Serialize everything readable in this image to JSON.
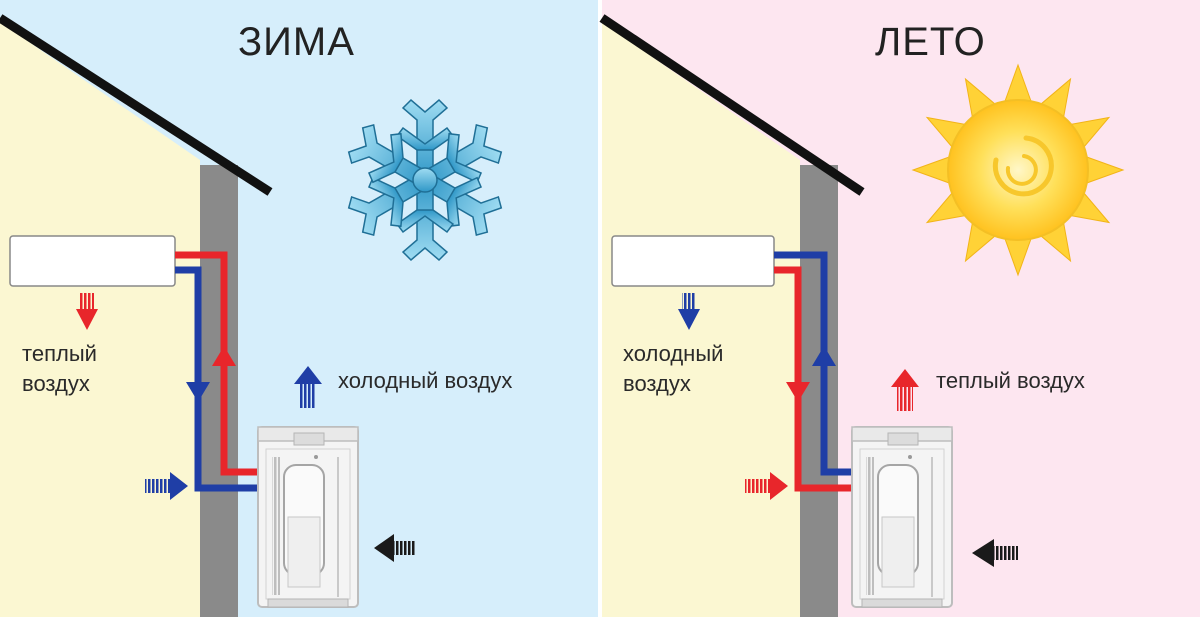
{
  "panels": {
    "winter": {
      "season_title": "ЗИМА",
      "indoor_label_line1": "теплый",
      "indoor_label_line2": "воздух",
      "outdoor_label": "холодный воздух",
      "icon": "snowflake-icon",
      "background_color": "#d6eefb",
      "wall_color": "#fbf7d2"
    },
    "summer": {
      "season_title": "ЛЕТО",
      "indoor_label_line1": "холодный",
      "indoor_label_line2": "воздух",
      "outdoor_label": "теплый воздух",
      "icon": "sun-icon",
      "background_color": "#fde6f0",
      "wall_color": "#fbf7d2"
    }
  },
  "colors": {
    "hot_pipe": "#e8262b",
    "cold_pipe": "#1f3ea6",
    "wall": "#8a8a8a",
    "roof": "#111111",
    "snowflake": "#52b6dd",
    "sun": "#ffd236",
    "gray_arrow": "#1a1a1a"
  }
}
